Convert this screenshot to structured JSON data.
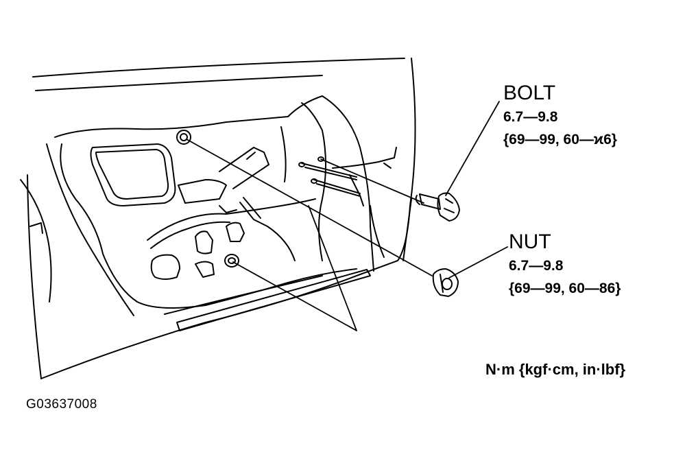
{
  "bolt": {
    "label": "BOLT",
    "torque_nm": "6.7—9.8",
    "torque_other": "{69—99, 60—ϰ6}"
  },
  "nut": {
    "label": "NUT",
    "torque_nm": "6.7—9.8",
    "torque_other": "{69—99, 60—86}"
  },
  "units_note": "N·m {kgf·cm, in·lbf}",
  "figure_code": "G03637008",
  "colors": {
    "line": "#000000",
    "background": "#ffffff"
  }
}
